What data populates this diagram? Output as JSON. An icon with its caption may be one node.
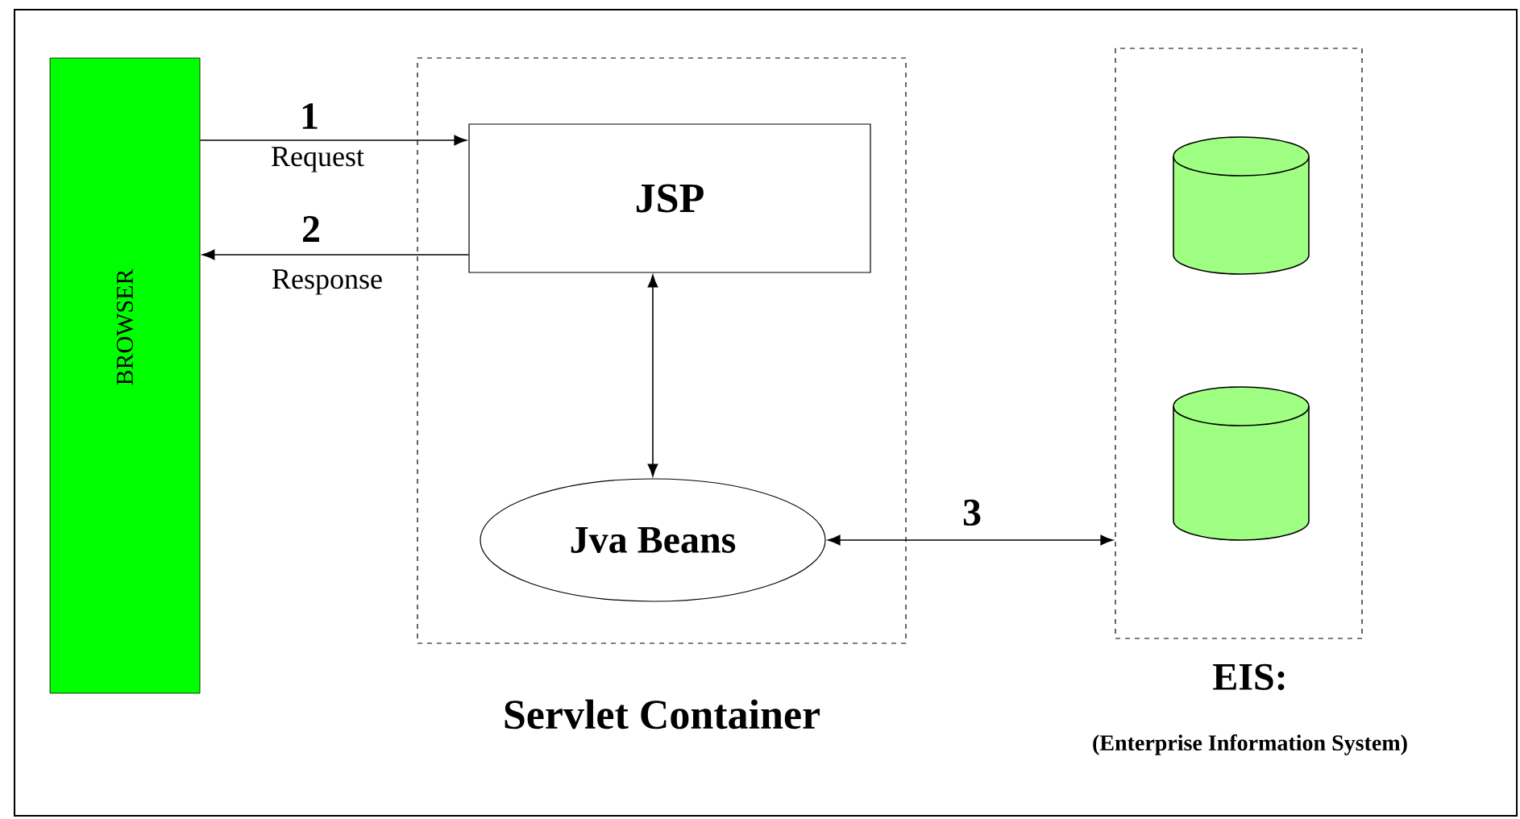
{
  "diagram": {
    "nodes": [
      {
        "text": [
          "BROWSER"
        ]
      },
      {
        "text": [
          "Servlet Container"
        ]
      },
      {
        "text": [
          "JSP"
        ],
        "in": 1
      },
      {
        "text": [
          "Jva Beans"
        ],
        "in": 1
      },
      {
        "text": [
          "EIS:",
          "(Enterprise Information System)"
        ]
      },
      {
        "text": [],
        "shape": "cylinder",
        "in": 4
      },
      {
        "text": [],
        "shape": "cylinder",
        "in": 4
      }
    ],
    "edges": [
      {
        "from": 0,
        "to": 2,
        "arrow": "to",
        "label": "1"
      },
      {
        "from": 2,
        "to": 0,
        "arrow": "to",
        "label": "2"
      },
      {
        "from": 2,
        "to": 3,
        "arrow": "both"
      },
      {
        "from": 3,
        "to": 4,
        "arrow": "both",
        "label": "3"
      }
    ],
    "labels": [
      "Request",
      "Response"
    ]
  }
}
